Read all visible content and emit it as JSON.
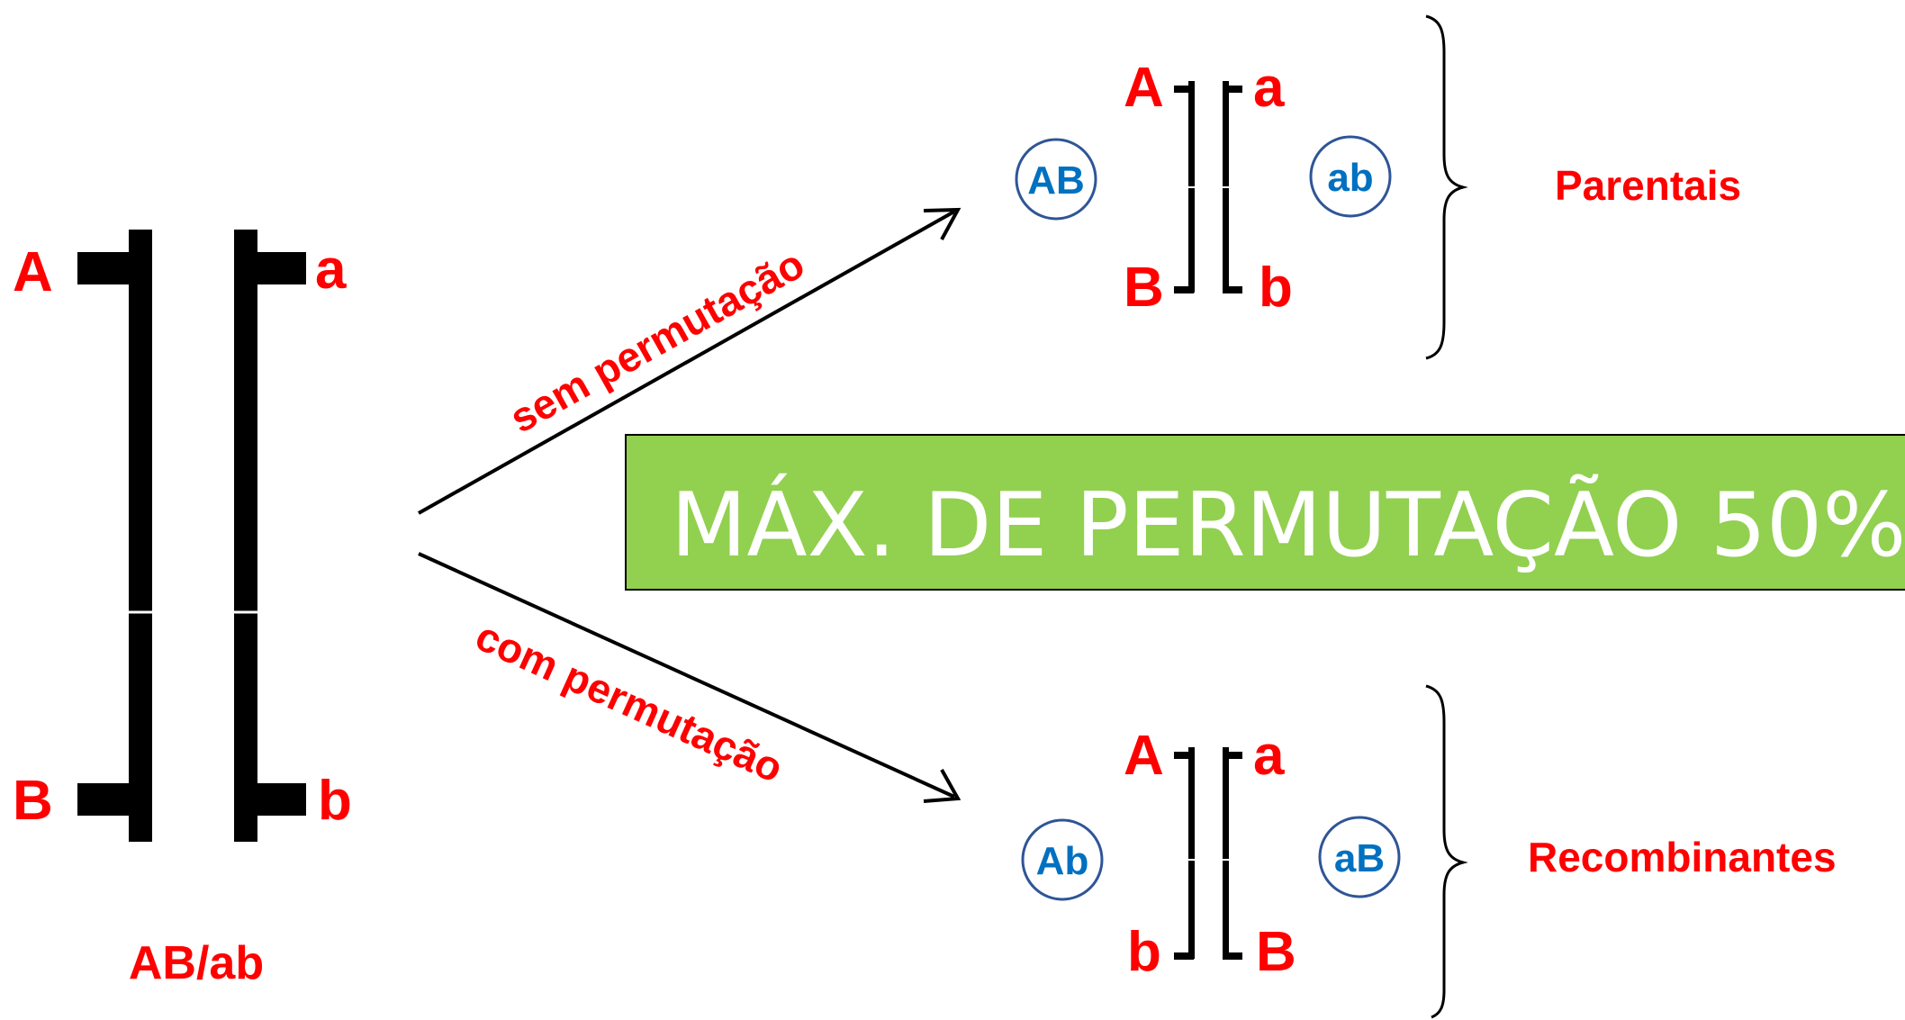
{
  "parent": {
    "alleles_left": [
      "A",
      "B"
    ],
    "alleles_right": [
      "a",
      "b"
    ],
    "genotype": "AB/ab"
  },
  "arrows": {
    "upper_label": "sem permutação",
    "lower_label": "com permutação"
  },
  "parental_group": {
    "left_top": "A",
    "left_bottom": "B",
    "right_top": "a",
    "right_bottom": "b",
    "gamete_left": "AB",
    "gamete_right": "ab",
    "label": "Parentais"
  },
  "recombinant_group": {
    "left_top": "A",
    "left_bottom": "b",
    "right_top": "a",
    "right_bottom": "B",
    "gamete_left": "Ab",
    "gamete_right": "aB",
    "label": "Recombinantes"
  },
  "banner": {
    "text": "MÁX. DE PERMUTAÇÃO 50%"
  },
  "colors": {
    "allele_red": "#ff0000",
    "gamete_blue": "#0070c0",
    "circle_border": "#2f5597",
    "banner_green": "#92d050",
    "chromosome_black": "#000000"
  }
}
